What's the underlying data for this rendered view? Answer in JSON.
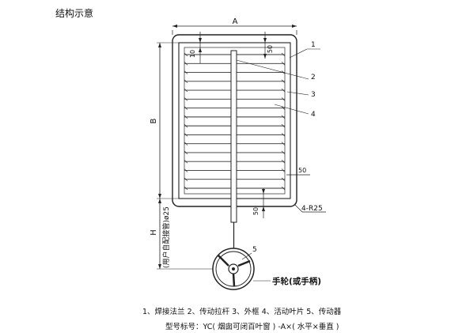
{
  "title": "结构示意",
  "dimensions": {
    "width": "A",
    "height": "B",
    "handle_drop": "H",
    "pipe": "(用户自配接管)ø25",
    "top_offset": "10",
    "top_margin": "50",
    "blade_pitch": "50",
    "bottom_margin": "50",
    "corner_radius": "4-R25"
  },
  "callouts": [
    "1",
    "2",
    "3",
    "4",
    "5"
  ],
  "handwheel_label": "手轮(或手柄)",
  "legend": "1、焊接法兰  2、传动拉杆  3、外框  4、活动叶片  5、传动器",
  "model_code": "型号标号：YC( 烟囱可闭百叶窗 ) -A×( 水平×垂直 )",
  "blade_count": 16
}
